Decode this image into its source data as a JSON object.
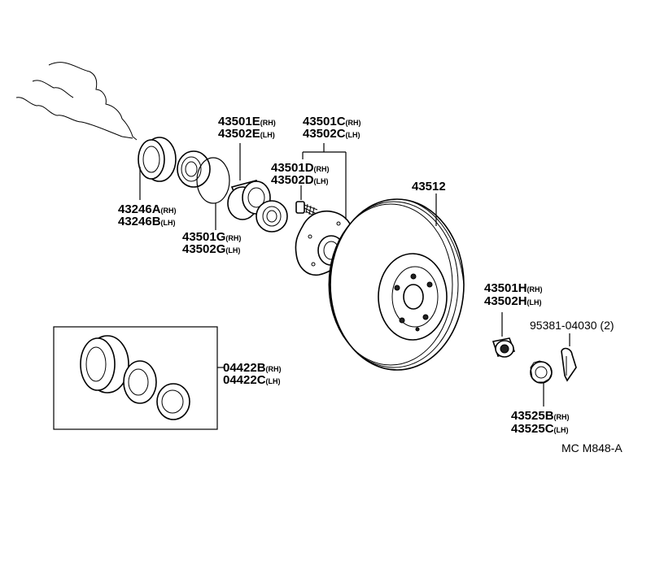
{
  "labels": {
    "l43246a": {
      "num": "43246A",
      "sfx": "(RH)"
    },
    "l43246b": {
      "num": "43246B",
      "sfx": "(LH)"
    },
    "l43501e": {
      "num": "43501E",
      "sfx": "(RH)"
    },
    "l43502e": {
      "num": "43502E",
      "sfx": "(LH)"
    },
    "l43501c": {
      "num": "43501C",
      "sfx": "(RH)"
    },
    "l43502c": {
      "num": "43502C",
      "sfx": "(LH)"
    },
    "l43501d": {
      "num": "43501D",
      "sfx": "(RH)"
    },
    "l43502d": {
      "num": "43502D",
      "sfx": "(LH)"
    },
    "l43501g": {
      "num": "43501G",
      "sfx": "(RH)"
    },
    "l43502g": {
      "num": "43502G",
      "sfx": "(LH)"
    },
    "l43512": {
      "num": "43512"
    },
    "l43501h": {
      "num": "43501H",
      "sfx": "(RH)"
    },
    "l43502h": {
      "num": "43502H",
      "sfx": "(LH)"
    },
    "l95381": {
      "num": "95381-04030 (2)"
    },
    "l04422b": {
      "num": "04422B",
      "sfx": "(RH)"
    },
    "l04422c": {
      "num": "04422C",
      "sfx": "(LH)"
    },
    "l43525b": {
      "num": "43525B",
      "sfx": "(RH)"
    },
    "l43525c": {
      "num": "43525C",
      "sfx": "(LH)"
    }
  },
  "figure_code": "MC M848-A"
}
